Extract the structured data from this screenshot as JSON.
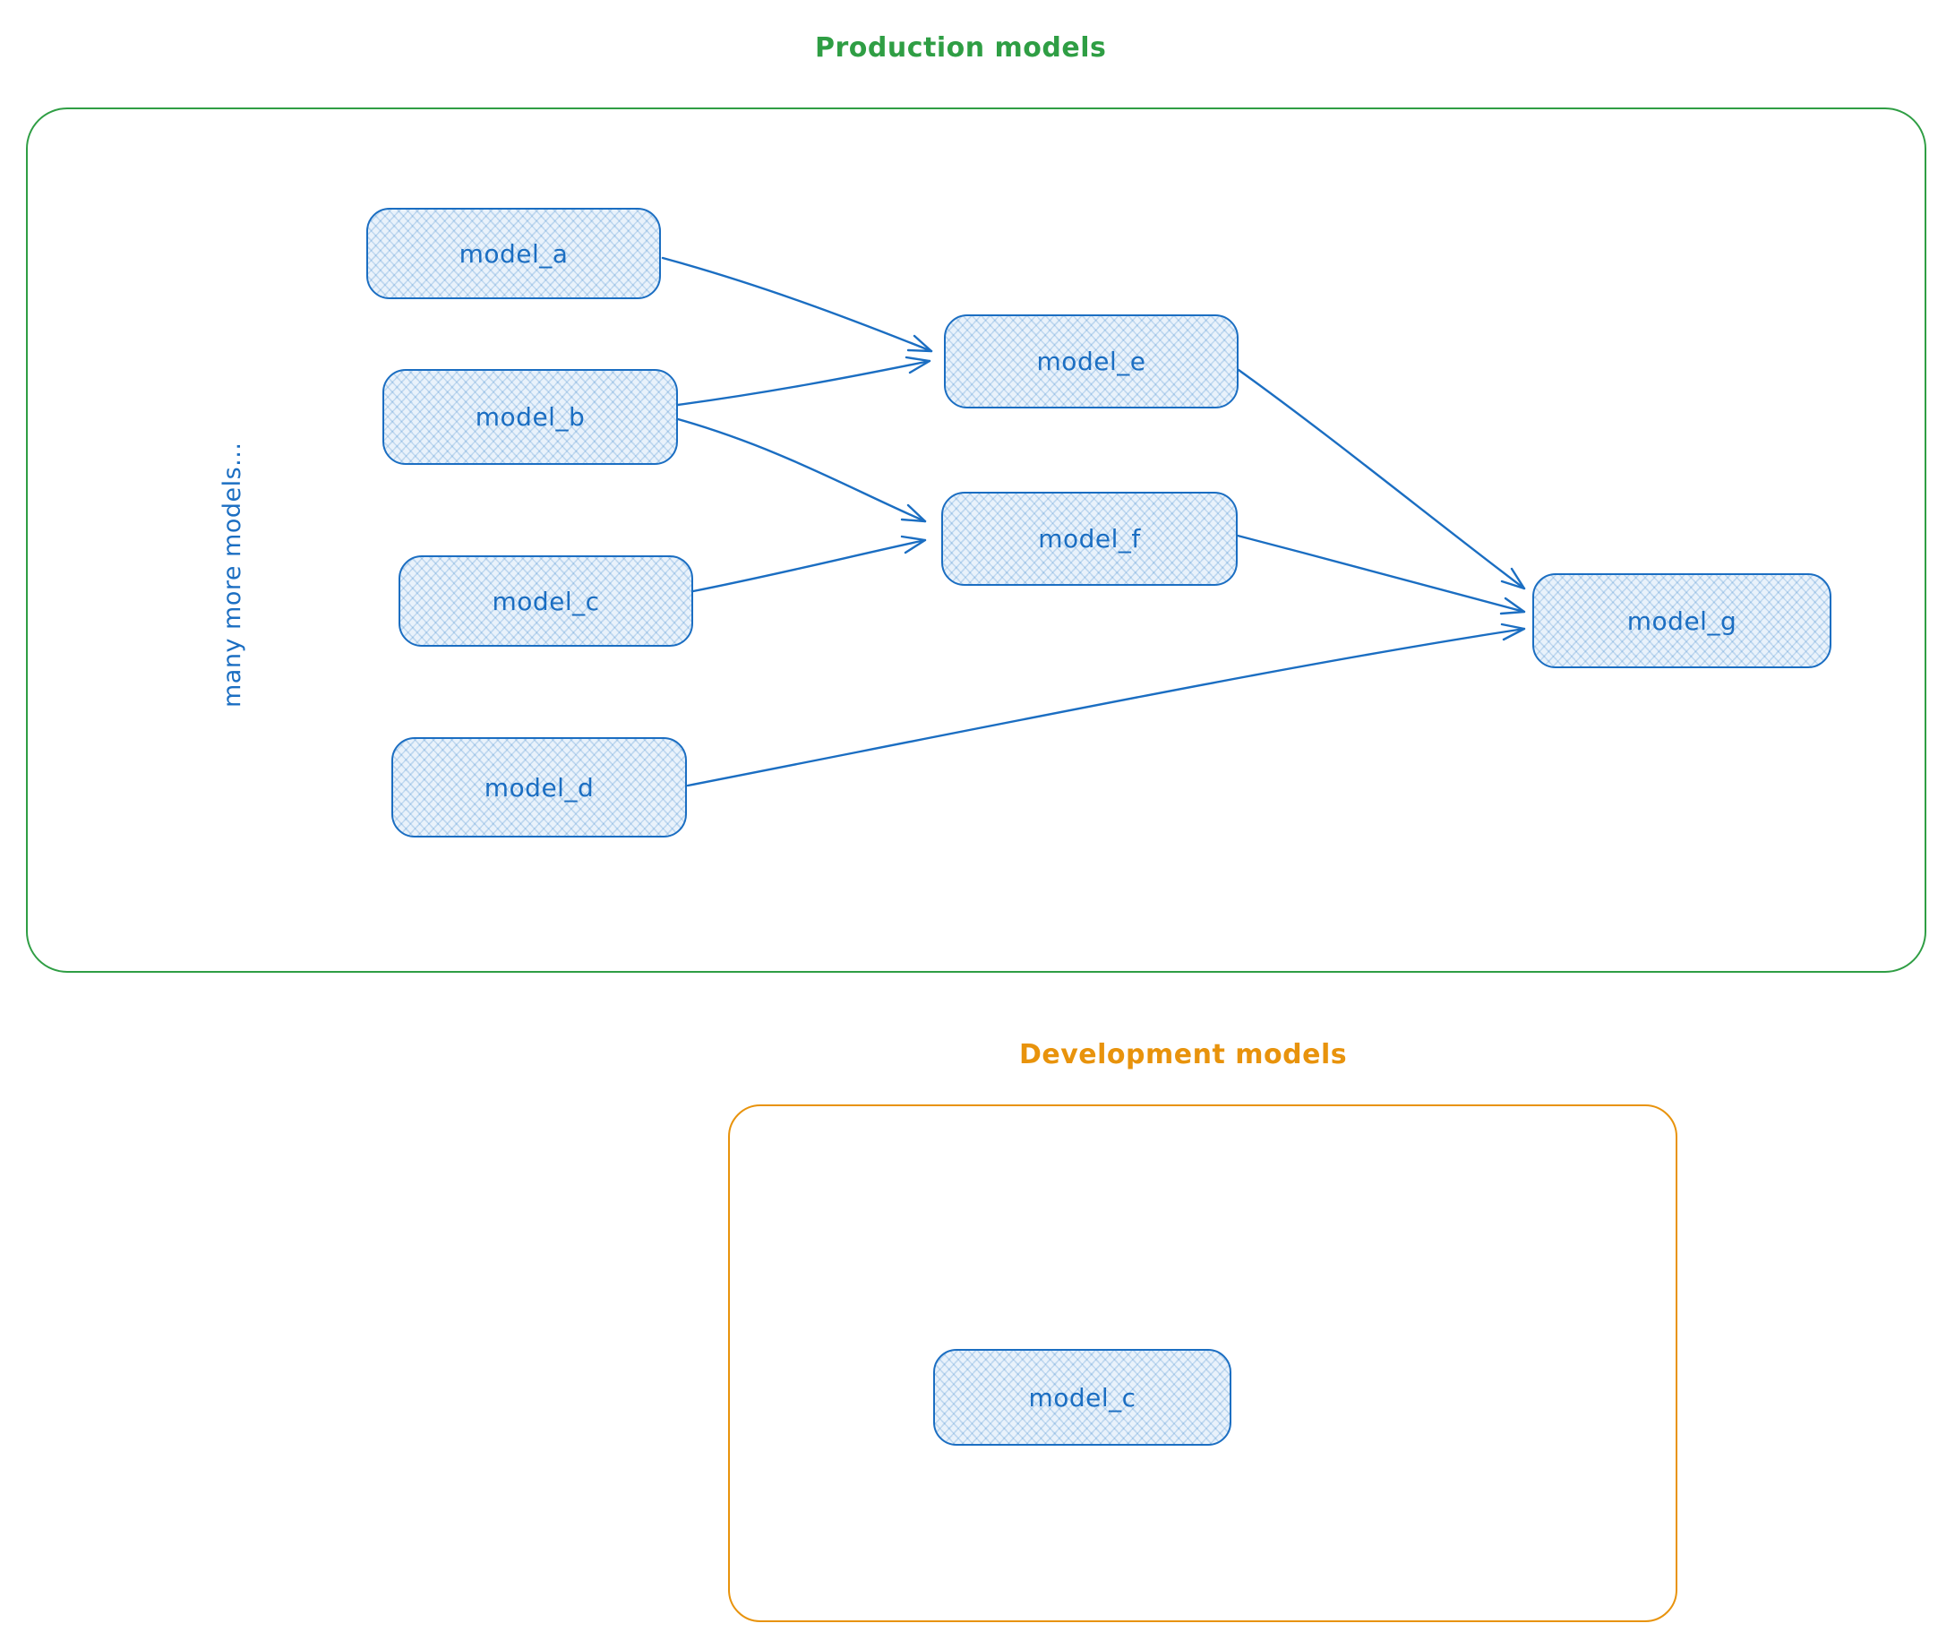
{
  "production": {
    "title": "Production models",
    "side_note": "many more models...",
    "nodes": [
      {
        "id": "model_a",
        "label": "model_a"
      },
      {
        "id": "model_b",
        "label": "model_b"
      },
      {
        "id": "model_c",
        "label": "model_c"
      },
      {
        "id": "model_d",
        "label": "model_d"
      },
      {
        "id": "model_e",
        "label": "model_e"
      },
      {
        "id": "model_f",
        "label": "model_f"
      },
      {
        "id": "model_g",
        "label": "model_g"
      }
    ],
    "edges": [
      {
        "from": "model_a",
        "to": "model_e"
      },
      {
        "from": "model_b",
        "to": "model_e"
      },
      {
        "from": "model_b",
        "to": "model_f"
      },
      {
        "from": "model_c",
        "to": "model_f"
      },
      {
        "from": "model_e",
        "to": "model_g"
      },
      {
        "from": "model_f",
        "to": "model_g"
      },
      {
        "from": "model_d",
        "to": "model_g"
      }
    ]
  },
  "development": {
    "title": "Development models",
    "nodes": [
      {
        "id": "model_c_dev",
        "label": "model_c"
      }
    ]
  },
  "colors": {
    "production_border": "#2f9e44",
    "development_border": "#e8930c",
    "node_stroke": "#1971c2",
    "node_fill": "#e9f2fb"
  }
}
